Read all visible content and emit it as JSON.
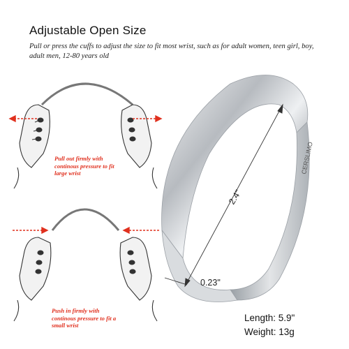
{
  "heading": {
    "title": "Adjustable Open Size",
    "description": "Pull or press the cuffs to adjust the size to fit most wrist, such as for adult women, teen girl, boy, adult men, 12-80 years old"
  },
  "instructions": {
    "pull": "Pull out firmly with continous pressure to fit large wrist",
    "push": "Push in firmly with continous pressure to fit a small wrist"
  },
  "dimensions": {
    "length_label": "2.4\"",
    "width_label": "0.23\""
  },
  "engraving": "CERSLIMO",
  "specs": {
    "length": "Length: 5.9\"",
    "weight": "Weight: 13g"
  },
  "colors": {
    "arrow": "#e0301e",
    "silver": "#c8cbcf"
  }
}
